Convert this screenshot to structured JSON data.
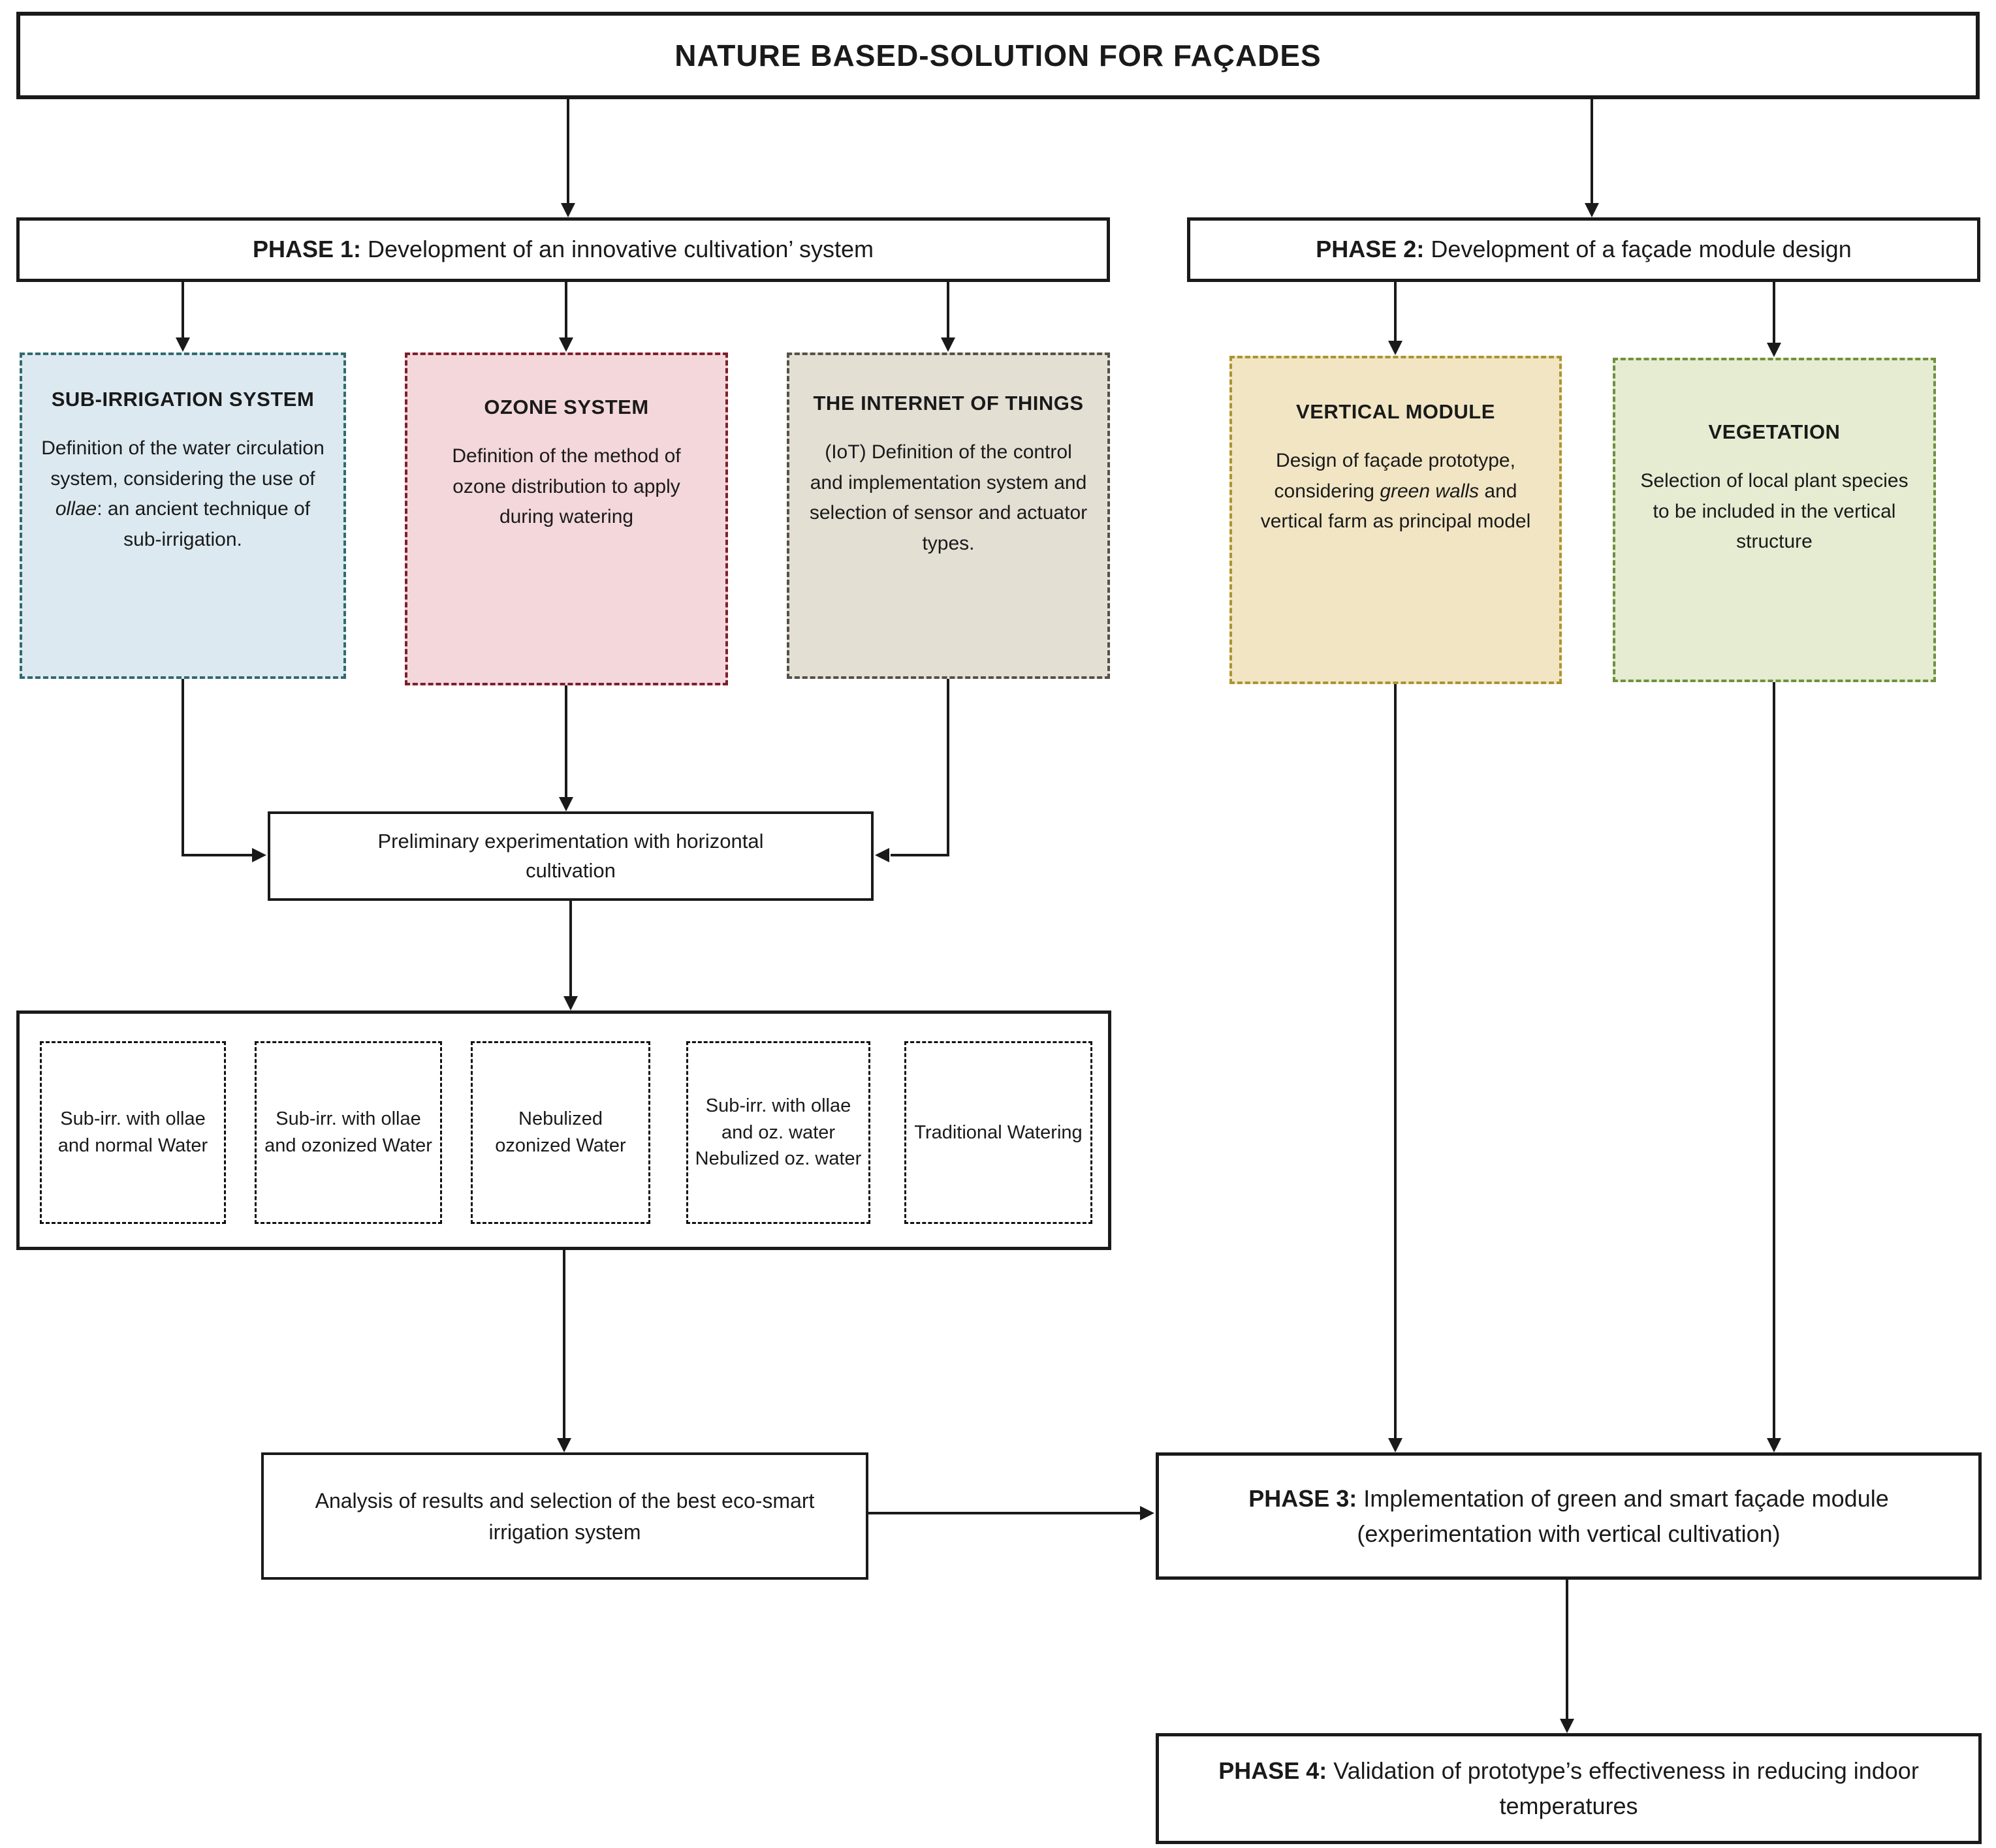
{
  "title": "NATURE BASED-SOLUTION FOR FAÇADES",
  "phases": {
    "phase1": {
      "label": "PHASE 1:",
      "text": " Development of an innovative cultivation’ system"
    },
    "phase2": {
      "label": "PHASE 2:",
      "text": " Development of a façade module design"
    },
    "phase3": {
      "label": "PHASE 3:",
      "text": " Implementation of green and smart façade module (experimentation with vertical cultivation)"
    },
    "phase4": {
      "label": "PHASE 4:",
      "text": " Validation of prototype’s effectiveness in reducing indoor temperatures"
    }
  },
  "phase1_boxes": {
    "sub_irrigation": {
      "title": "SUB-IRRIGATION SYSTEM",
      "text_before": "Definition of the water circulation system, considering the use of ",
      "text_italic": "ollae",
      "text_after": ": an ancient technique of sub-irrigation.",
      "bg_color": "#dce9f0",
      "border_color": "#336a6e"
    },
    "ozone": {
      "title": "OZONE SYSTEM",
      "text": "Definition of the method of ozone distribution to apply during watering",
      "bg_color": "#f3d7da",
      "border_color": "#7d1f2e"
    },
    "iot": {
      "title": "THE INTERNET OF THINGS",
      "text": "(IoT) Definition of the control and implementation system and selection of sensor and actuator types.",
      "bg_color": "#e4dfd3",
      "border_color": "#545148"
    }
  },
  "phase2_boxes": {
    "vertical_module": {
      "title": "VERTICAL MODULE",
      "text_before": "Design of façade prototype, considering ",
      "text_italic": "green walls",
      "text_after": " and vertical farm as principal model",
      "bg_color": "#f1e5c4",
      "border_color": "#ab9430"
    },
    "vegetation": {
      "title": "VEGETATION",
      "text": "Selection of local plant species to be included in the vertical structure",
      "bg_color": "#e5ecd2",
      "border_color": "#6e9140"
    }
  },
  "preliminary": {
    "text": "Preliminary experimentation with horizontal cultivation"
  },
  "experiments": [
    {
      "text": "Sub-irr. with ollae and normal Water"
    },
    {
      "text": "Sub-irr. with ollae and ozonized Water"
    },
    {
      "text": "Nebulized ozonized Water"
    },
    {
      "text": "Sub-irr. with ollae and oz. water\nNebulized oz. water"
    },
    {
      "text": "Traditional Watering"
    }
  ],
  "analysis": {
    "text": "Analysis of results and selection of the best eco-smart irrigation system"
  }
}
